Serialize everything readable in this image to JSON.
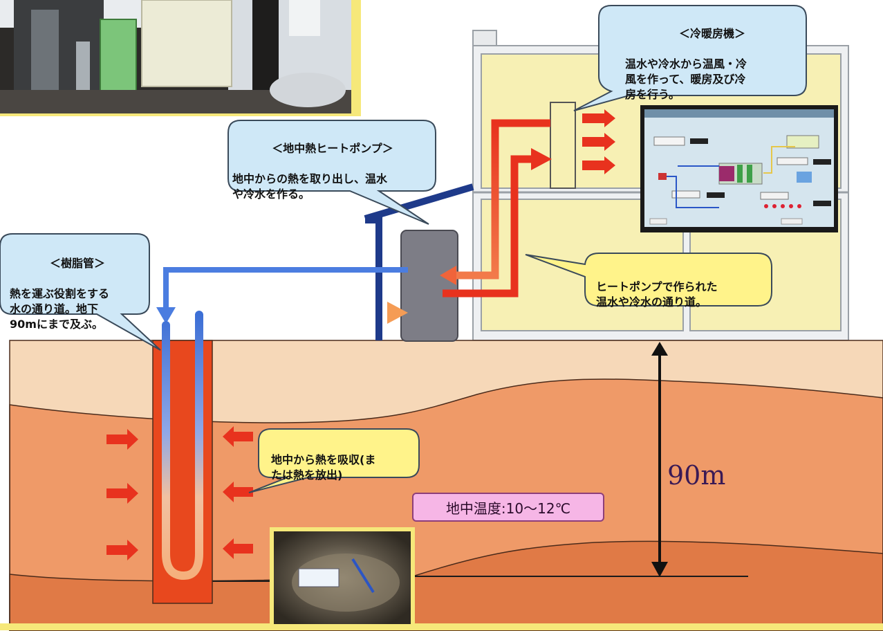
{
  "callouts": {
    "cooler_heater": {
      "title": "＜冷暖房機＞",
      "body": "温水や冷水から温風・冷\n風を作って、暖房及び冷\n房を行う。"
    },
    "ground_heat_pump": {
      "title": "＜地中熱ヒートポンプ＞",
      "body": "地中からの熱を取り出し、温水\nや冷水を作る。"
    },
    "resin_pipe": {
      "title": "＜樹脂管＞",
      "body": "熱を運ぶ役割をする\n水の通り道。地下\n90mにまで及ぶ。"
    },
    "water_path": {
      "body": "ヒートポンプで作られた\n温水や冷水の通り道。"
    },
    "absorb_heat": {
      "body": "地中から熱を吸収(ま\nたは熱を放出)"
    }
  },
  "depth_label": "90m",
  "ground_temperature": "地中温度:10〜12℃",
  "colors": {
    "hot_water": "#e8321e",
    "cold_water": "#3c6fd6",
    "building_floor": "#f7f0b4",
    "soil_top": "#f6d8b8",
    "soil_middle": "#ef9a68",
    "soil_deep": "#e07a46",
    "callout_blue": "#cfe8f7",
    "callout_yellow": "#fff38a",
    "heat_pump_unit": "#7d7d86"
  }
}
